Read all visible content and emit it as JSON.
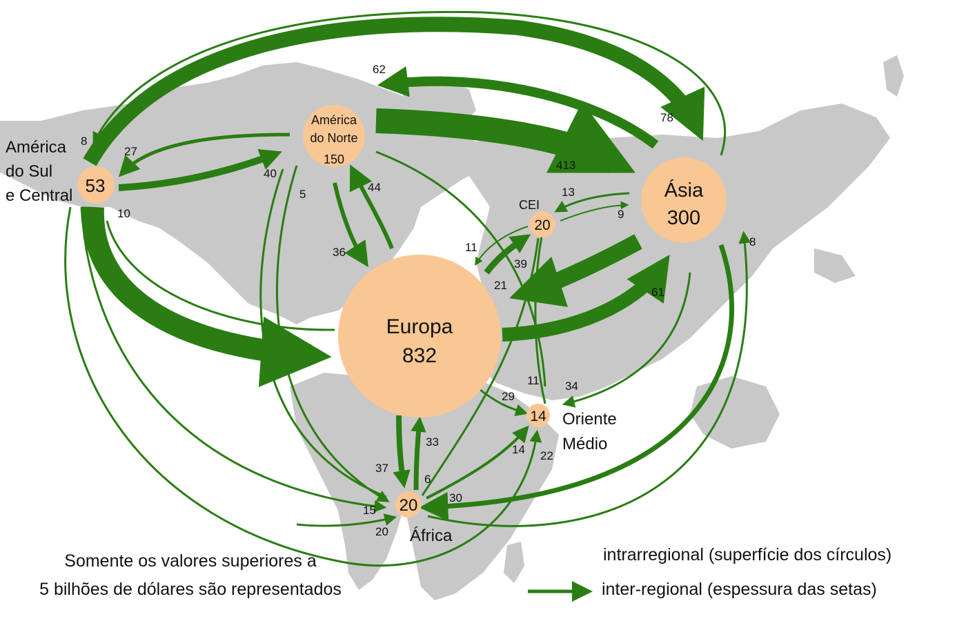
{
  "colors": {
    "flow": "#2a7d12",
    "node": "#f9c794",
    "land": "#c8c8c8",
    "text": "#111111"
  },
  "regions": {
    "europa": {
      "name": "Europa",
      "value": "832"
    },
    "asia": {
      "name": "Ásia",
      "value": "300"
    },
    "norte": {
      "name_line1": "América",
      "name_line2": "do Norte",
      "value": "150"
    },
    "sul": {
      "name_line1": "América",
      "name_line2": "do Sul",
      "name_line3": "e Central",
      "value": "53"
    },
    "cei": {
      "name": "CEI",
      "value": "20"
    },
    "oriente": {
      "name_line1": "Oriente",
      "name_line2": "Médio",
      "value": "14"
    },
    "africa": {
      "name": "África",
      "value": "20"
    }
  },
  "flow_values": {
    "asia_to_norte": "62",
    "sul_to_asia": "78",
    "norte_to_asia": "413",
    "asia_to_sul": "8",
    "norte_to_sul": "27",
    "sul_to_norte": "40",
    "sul_to_europa_small": "10",
    "norte_to_africa": "5",
    "europa_to_norte": "44",
    "norte_to_europa": "36",
    "asia_to_cei": "13",
    "cei_to_asia": "9",
    "cei_to_europa": "11",
    "europa_to_cei": "39",
    "asia_to_europa": "21",
    "europa_to_asia": "61",
    "africa_to_asia": "8",
    "cei_to_oriente": "11",
    "asia_to_oriente": "34",
    "europa_to_oriente": "29",
    "africa_to_europa": "33",
    "europa_to_africa": "37",
    "africa_to_cei": "6",
    "africa_to_oriente": "14",
    "sul_to_oriente": "22",
    "asia_to_africa": "30",
    "sul_to_africa": "15",
    "africa_in_20": "20"
  },
  "note": {
    "line1": "Somente os valores superiores a",
    "line2": "5 bilhões de dólares são representados"
  },
  "legend": {
    "circles": "intrarregional (superfície dos círculos)",
    "arrows": "inter-regional (espessura das setas)"
  }
}
